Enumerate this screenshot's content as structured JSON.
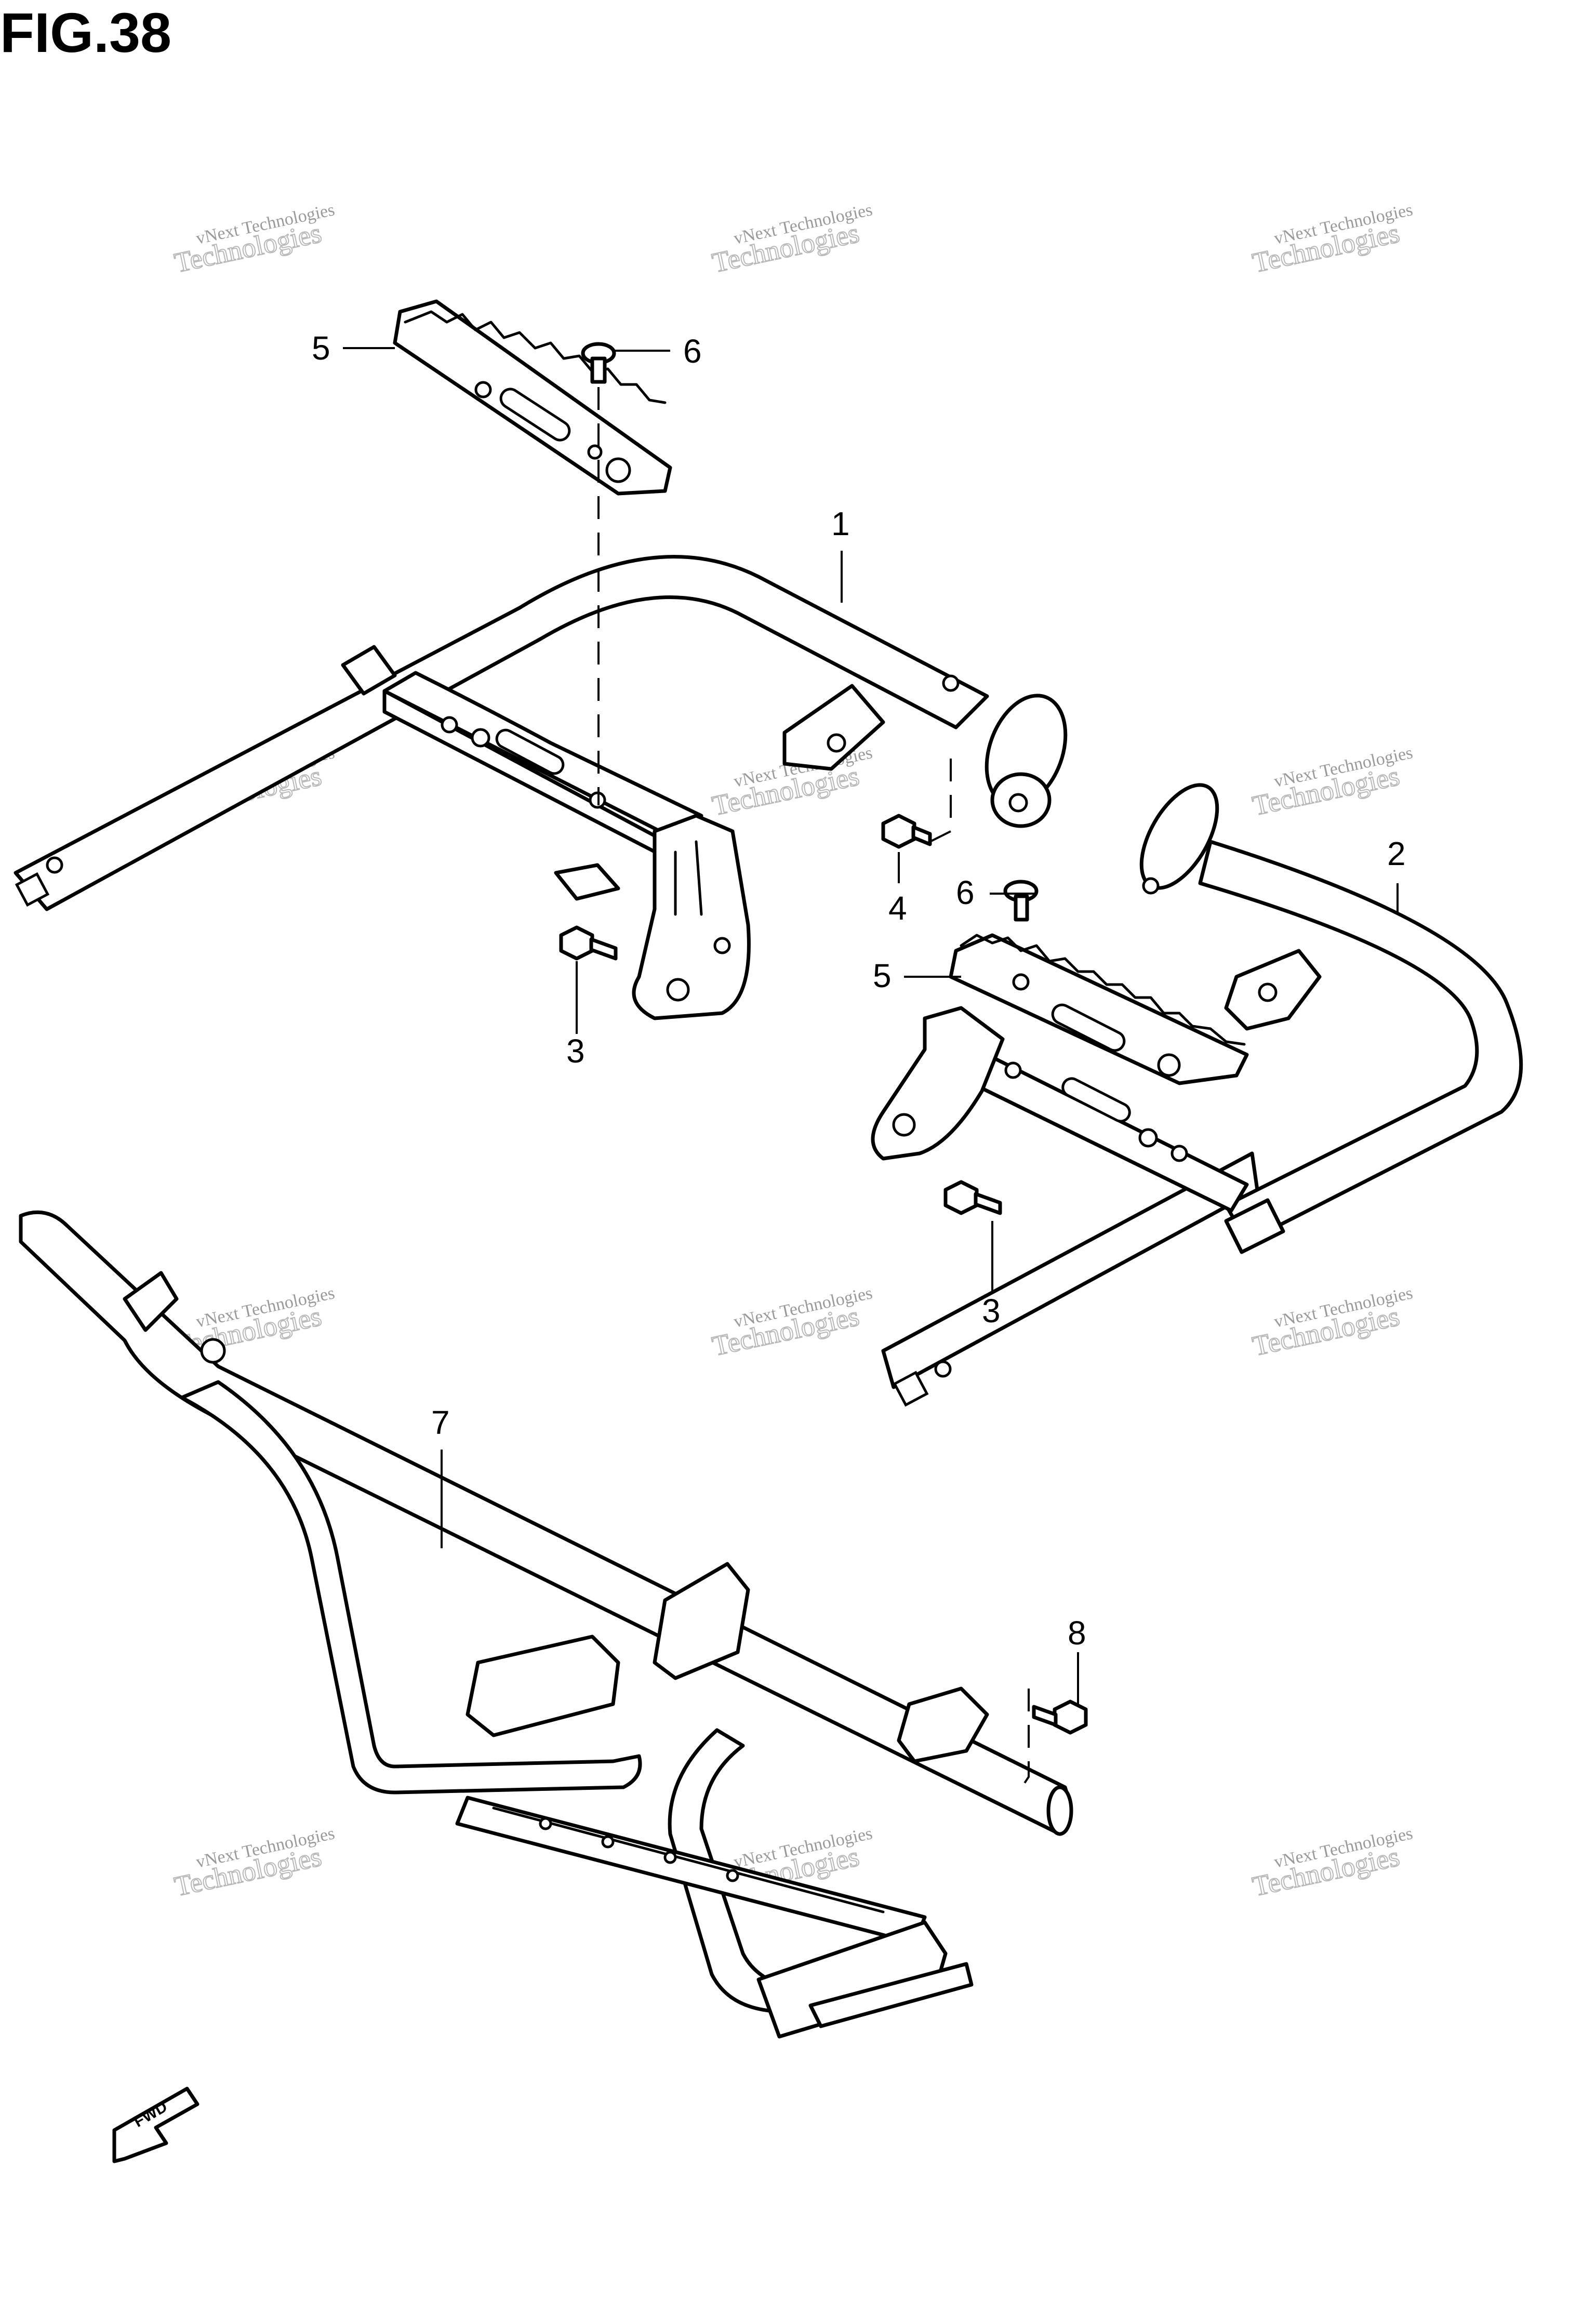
{
  "figure": {
    "title": "FIG.38"
  },
  "callouts": [
    "5",
    "6",
    "1",
    "4",
    "6",
    "5",
    "2",
    "3",
    "3",
    "7",
    "8"
  ],
  "watermark": {
    "line1": "vNext Technologies",
    "line2": "Technologies"
  },
  "fwd": {
    "label": "FWD"
  },
  "parts": [
    {
      "ref": "1",
      "part": "footrest-frame-right"
    },
    {
      "ref": "2",
      "part": "footrest-frame-left"
    },
    {
      "ref": "3",
      "part": "bolt"
    },
    {
      "ref": "4",
      "part": "bolt"
    },
    {
      "ref": "5",
      "part": "footrest-plate"
    },
    {
      "ref": "6",
      "part": "screw"
    },
    {
      "ref": "7",
      "part": "front-guard-frame"
    },
    {
      "ref": "8",
      "part": "bolt"
    }
  ]
}
